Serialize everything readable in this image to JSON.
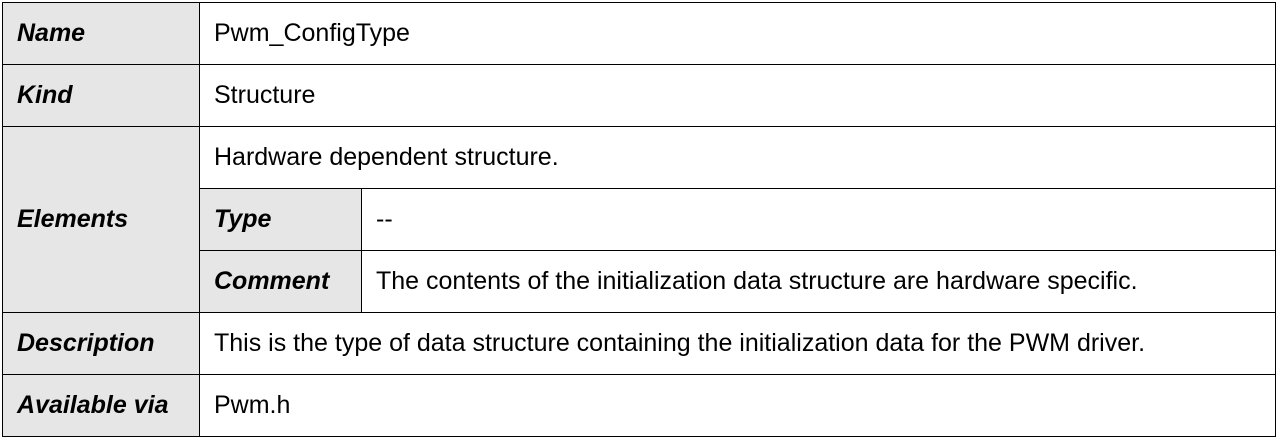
{
  "rows": {
    "name": {
      "label": "Name",
      "value": "Pwm_ConfigType"
    },
    "kind": {
      "label": "Kind",
      "value": "Structure"
    },
    "elements": {
      "label": "Elements",
      "summary": "Hardware dependent structure.",
      "type": {
        "label": "Type",
        "value": "--"
      },
      "comment": {
        "label": "Comment",
        "value": "The contents of the initialization data structure are hardware specific."
      }
    },
    "description": {
      "label": "Description",
      "value": "This is the type of data structure containing the initialization data for the PWM driver."
    },
    "available_via": {
      "label": "Available via",
      "value": "Pwm.h"
    }
  },
  "colors": {
    "label_background": "#e6e6e6",
    "value_background": "#ffffff",
    "border": "#000000"
  }
}
